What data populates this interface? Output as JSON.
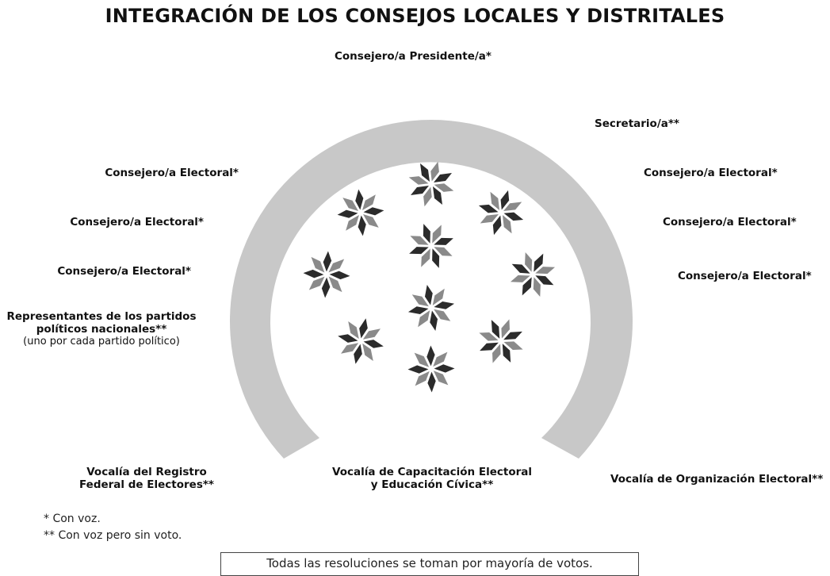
{
  "title": "INTEGRACIÓN DE LOS CONSEJOS LOCALES Y DISTRITALES",
  "labels": {
    "presidente": "Consejero/a Presidente/a*",
    "secretario": "Secretario/a**",
    "left_consejero_1": "Consejero/a Electoral*",
    "left_consejero_2": "Consejero/a Electoral*",
    "left_consejero_3": "Consejero/a Electoral*",
    "right_consejero_1": "Consejero/a Electoral*",
    "right_consejero_2": "Consejero/a Electoral*",
    "right_consejero_3": "Consejero/a Electoral*",
    "representantes_line1": "Representantes de los partidos",
    "representantes_line2": "políticos nacionales**",
    "representantes_note": "(uno por cada partido político)",
    "vocalia_registro_line1": "Vocalía del Registro",
    "vocalia_registro_line2": "Federal de Electores**",
    "vocalia_capacitacion_line1": "Vocalía de Capacitación Electoral",
    "vocalia_capacitacion_line2": "y Educación Cívica**",
    "vocalia_organizacion": "Vocalía de Organización Electoral**"
  },
  "notes": {
    "con_voz": "* Con voz.",
    "con_voz_sin_voto": "** Con voz pero sin voto."
  },
  "footer": "Todas las resoluciones se toman por mayoría de votos.",
  "colors": {
    "arc": "#c8c8c8",
    "petal_dark": "#2b2b2b",
    "petal_light": "#8a8a8a"
  }
}
